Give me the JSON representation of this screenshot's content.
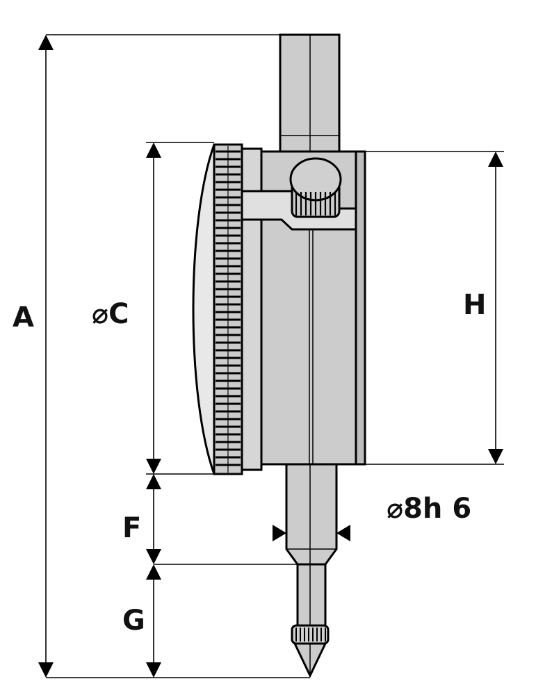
{
  "labels": {
    "a": "A",
    "c": "⌀C",
    "h": "H",
    "f": "F",
    "g": "G",
    "stem": "⌀8h 6"
  },
  "colors": {
    "body_fill": "#cccccc",
    "body_light": "#e4e4e4",
    "outline": "#000000",
    "background": "#ffffff"
  }
}
